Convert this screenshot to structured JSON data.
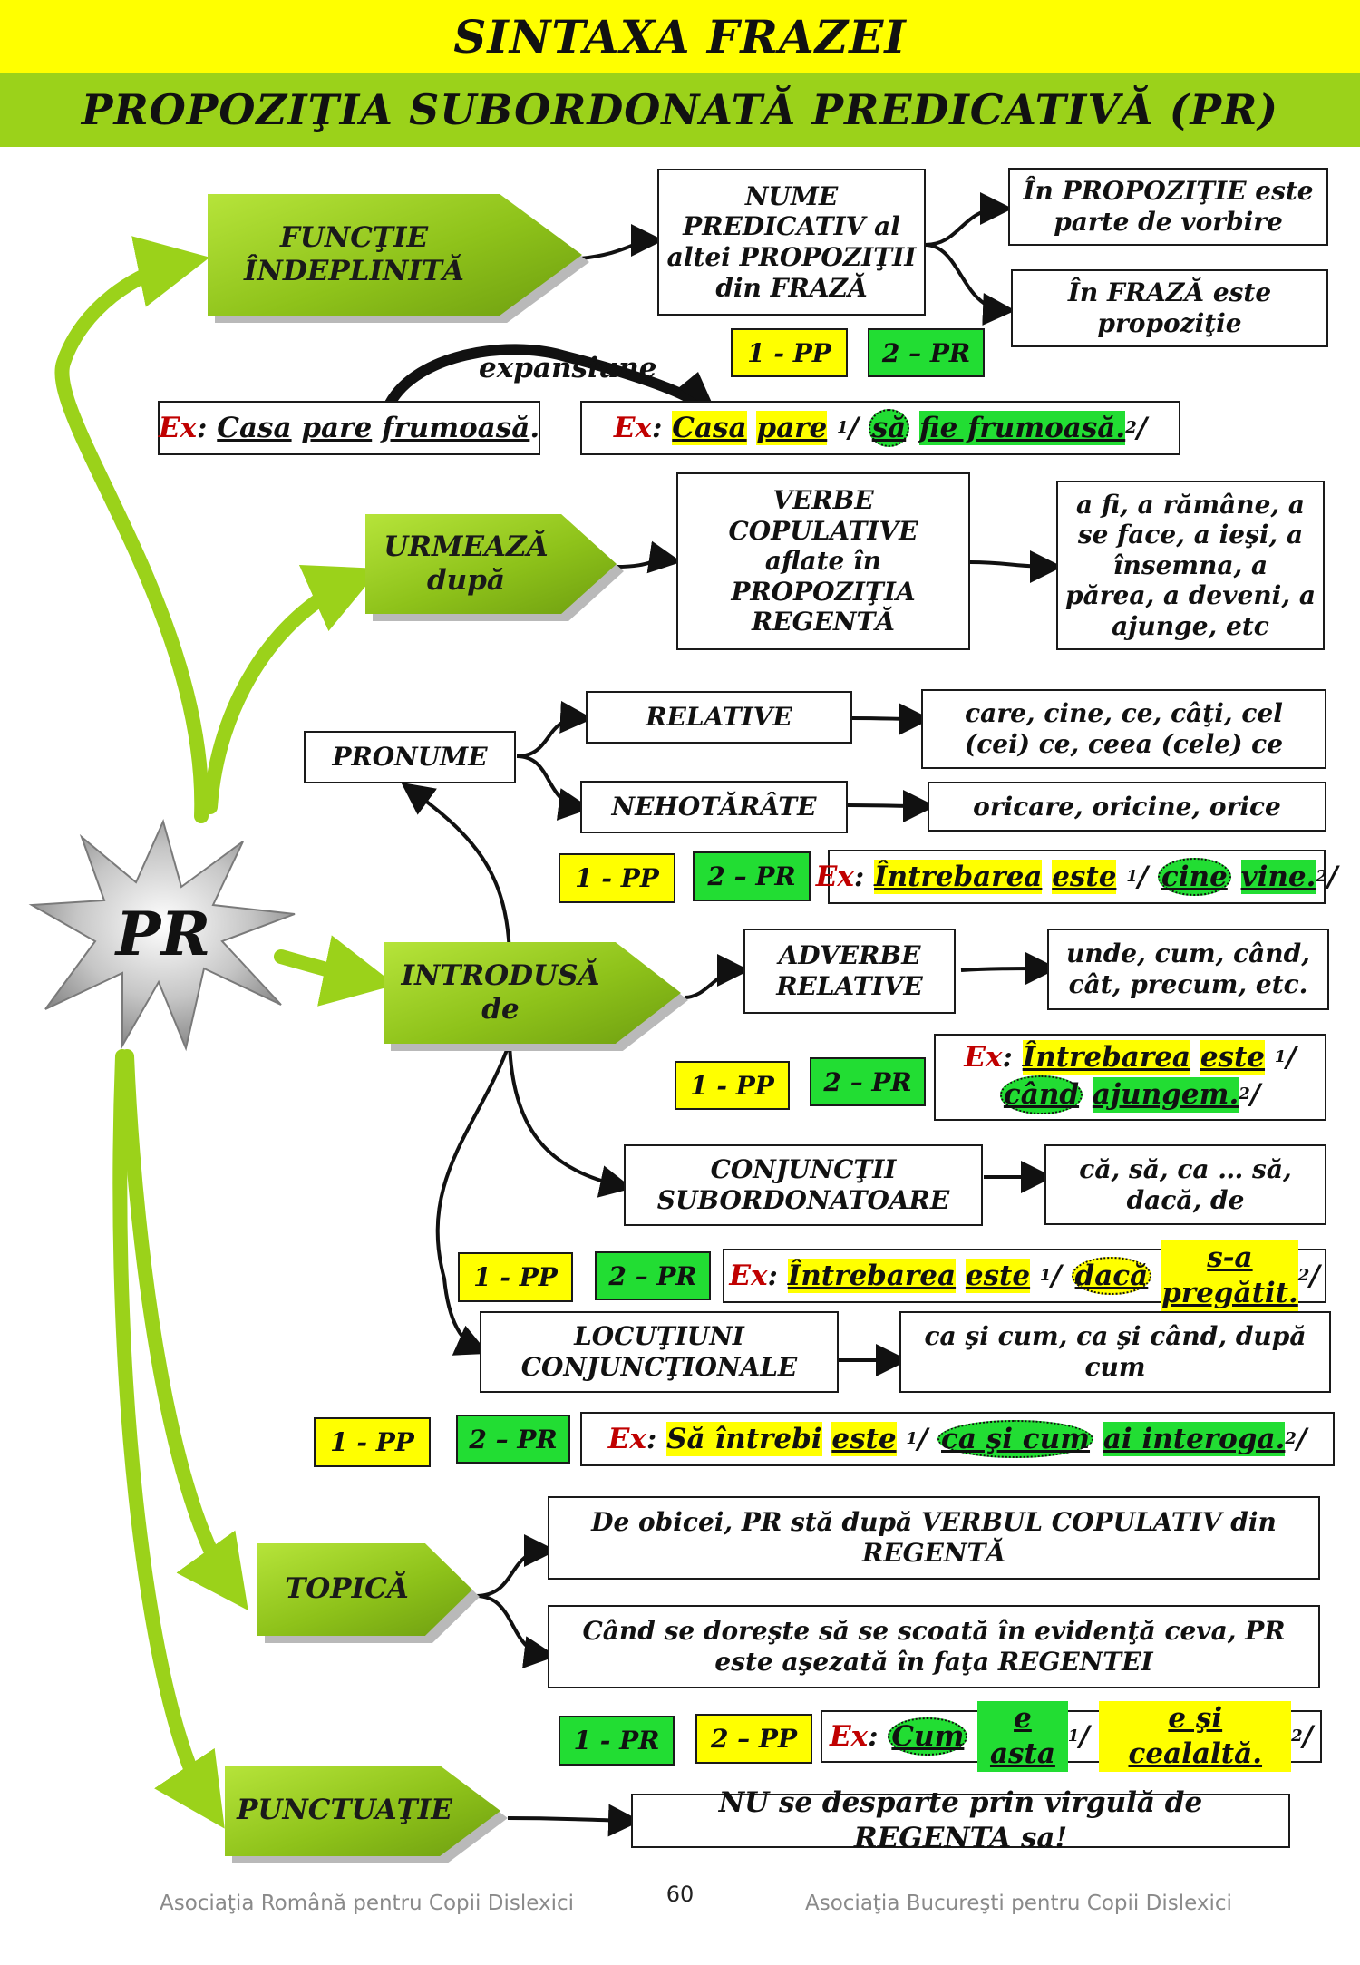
{
  "header": {
    "title": "SINTAXA FRAZEI",
    "subtitle": "PROPOZIŢIA SUBORDONATĂ PREDICATIVĂ (PR)"
  },
  "center": {
    "label": "PR"
  },
  "branches": {
    "functie": "FUNCŢIE ÎNDEPLINITĂ",
    "urmeaza": "URMEAZĂ după",
    "introdusa": "INTRODUSĂ de",
    "topica": "TOPICĂ",
    "punctuatie": "PUNCTUAŢIE"
  },
  "functie": {
    "main": "NUME PREDICATIV al altei PROPOZIŢII din FRAZĂ",
    "propozitie": "În PROPOZIŢIE este parte de vorbire",
    "fraza": "În FRAZĂ este propoziţie",
    "pp": "1 - PP",
    "pr": "2 – PR",
    "expansion": "expansiune",
    "ex1": {
      "prefix": "Ex",
      "colon": ":",
      "w1": "Casa",
      "w2": "pare",
      "w3": "frumoasă",
      "dot": "."
    },
    "ex2": {
      "prefix": "Ex",
      "colon": ":",
      "w1": "Casa",
      "w2": "pare",
      "n1": "1",
      "sep": "/",
      "w3": "să",
      "w4": "fie frumoasă.",
      "n2": "2",
      "end": "/"
    }
  },
  "urmeaza": {
    "main": "VERBE COPULATIVE aflate în PROPOZIŢIA REGENTĂ",
    "list": "a fi, a rămâne, a se face, a ieşi, a însemna, a părea, a deveni, a ajunge, etc"
  },
  "introdusa": {
    "pronume": "PRONUME",
    "relative": "RELATIVE",
    "relative_list": "care, cine, ce, câţi, cel (cei) ce, ceea (cele) ce",
    "nehotarate": "NEHOTĂRÂTE",
    "nehotarate_list": "oricare, oricine, orice",
    "ex_pron": {
      "pp": "1 - PP",
      "pr": "2 – PR",
      "prefix": "Ex",
      "colon": ":",
      "w1": "Întrebarea",
      "w2": "este",
      "n1": "1",
      "sep": "/",
      "w3": "cine",
      "w4": "vine.",
      "n2": "2",
      "end": "/"
    },
    "adverbe": "ADVERBE RELATIVE",
    "adverbe_list": "unde, cum, când, cât, precum, etc.",
    "ex_adv": {
      "pp": "1 - PP",
      "pr": "2 – PR",
      "prefix": "Ex",
      "colon": ":",
      "w1": "Întrebarea",
      "w2": "este",
      "n1": "1",
      "sep": "/",
      "w3": "când",
      "w4": "ajungem.",
      "n2": "2",
      "end": "/"
    },
    "conjunctii": "CONJUNCŢII SUBORDONATOARE",
    "conjunctii_list": "că, să, ca … să, dacă, de",
    "ex_conj": {
      "pp": "1 - PP",
      "pr": "2 – PR",
      "prefix": "Ex",
      "colon": ":",
      "w1": "Întrebarea",
      "w2": "este",
      "n1": "1",
      "sep": "/",
      "w3": "dacă",
      "w4": "s-a pregătit.",
      "n2": "2",
      "end": "/"
    },
    "locutiuni": "LOCUŢIUNI CONJUNCŢIONALE",
    "locutiuni_list": "ca şi cum, ca şi când, după cum",
    "ex_loc": {
      "pp": "1 - PP",
      "pr": "2 – PR",
      "prefix": "Ex",
      "colon": ":",
      "w1": "Să întrebi",
      "w2": "este",
      "n1": "1",
      "sep": "/",
      "w3": "ca şi cum",
      "w4": "ai interoga.",
      "n2": "2",
      "end": "/"
    }
  },
  "topica": {
    "t1": "De obicei, PR stă după VERBUL COPULATIV din REGENTĂ",
    "t2": "Când se doreşte să se scoată în evidenţă ceva, PR este aşezată în faţa REGENTEI",
    "pr": "1 - PR",
    "pp": "2 – PP",
    "ex": {
      "prefix": "Ex",
      "colon": ":",
      "w1": "Cum",
      "w2": "e asta",
      "n1": "1",
      "sep": "/",
      "w3": "e şi cealaltă.",
      "n2": "2",
      "end": "/"
    }
  },
  "punctuatie": {
    "text": "NU se desparte prin virgulă de REGENTA sa!"
  },
  "footer": {
    "left": "Asociaţia Română pentru Copii Dislexici",
    "page": "60",
    "right": "Asociaţia Bucureşti pentru Copii Dislexici"
  },
  "colors": {
    "yellow": "#ffff00",
    "green_band": "#9bd21a",
    "label_green": "#22dd33",
    "ex_red": "#c00000"
  }
}
